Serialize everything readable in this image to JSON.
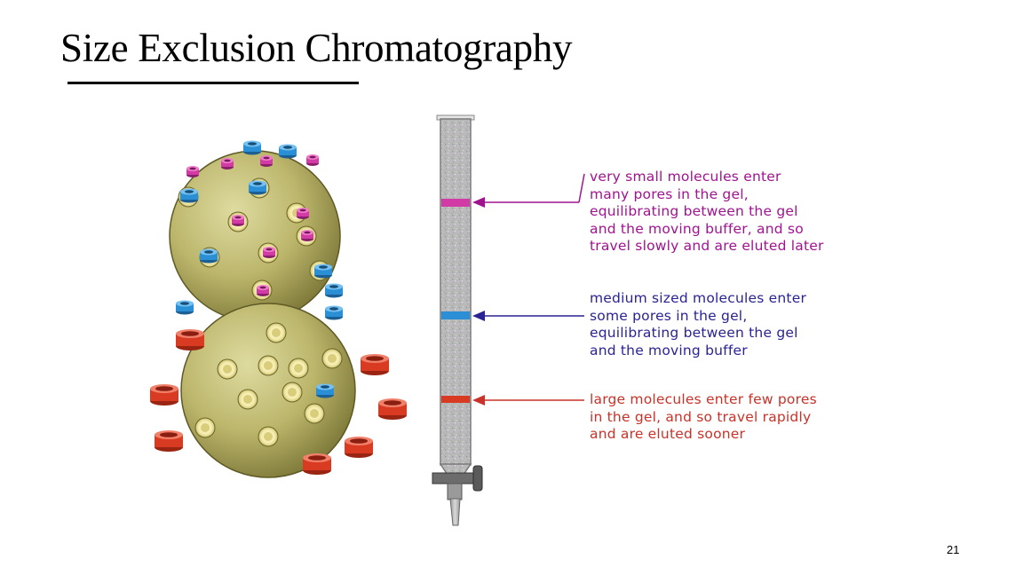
{
  "title": "Size Exclusion Chromatography",
  "labels": {
    "small": {
      "lines": [
        "very small molecules enter",
        "many pores in the gel,",
        "equilibrating between the gel",
        "and the moving buffer, and so",
        "travel slowly and are eluted later"
      ],
      "color": "#a0138f"
    },
    "medium": {
      "lines": [
        "medium sized molecules enter",
        "some pores in the gel,",
        "equilibrating between the gel",
        "and the moving buffer"
      ],
      "color": "#2a2394"
    },
    "large": {
      "lines": [
        "large molecules enter few pores",
        "in the gel, and so travel rapidly",
        "and are eluted sooner"
      ],
      "color": "#c8322a"
    }
  },
  "colors": {
    "small_molecule": "#d23aa6",
    "medium_molecule": "#2b8fd6",
    "large_molecule": "#d93a22",
    "gel_bead": "#b9b46a",
    "pore": "#f6f0b4"
  },
  "page_number": "21"
}
